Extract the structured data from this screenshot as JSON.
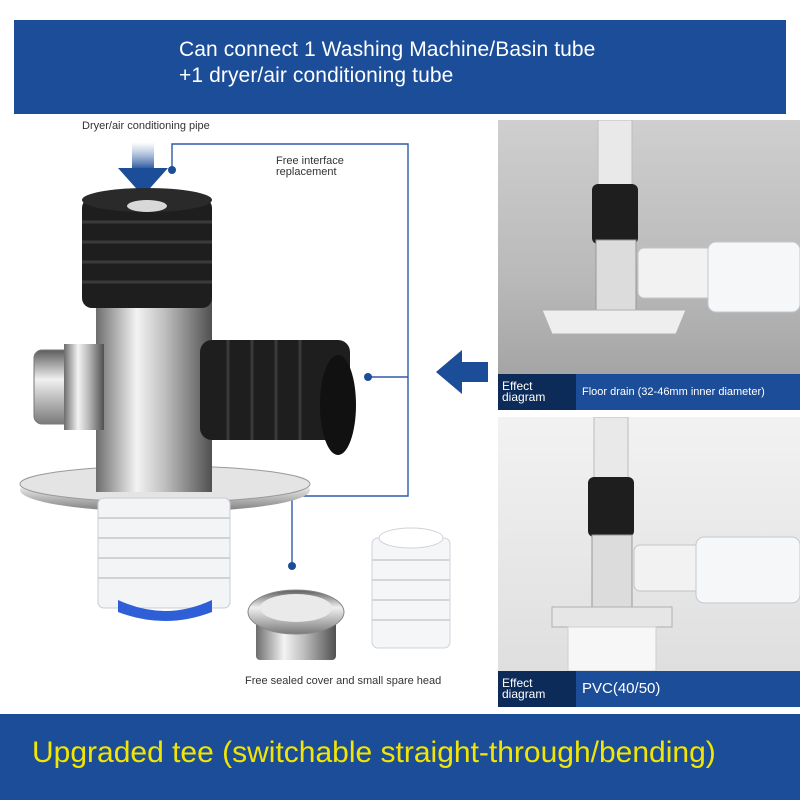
{
  "header": {
    "line1": "Can connect 1 Washing Machine/Basin tube",
    "line2": "+1 dryer/air conditioning tube"
  },
  "labels": {
    "dryer_pipe": "Dryer/air conditioning pipe",
    "free_interface": "Free interface replacement",
    "free_sealed": "Free sealed cover and small spare head"
  },
  "effects": [
    {
      "tag": "Effect diagram",
      "desc": "Floor drain (32-46mm inner diameter)"
    },
    {
      "tag": "Effect diagram",
      "desc": "PVC(40/50)"
    }
  ],
  "footer": {
    "caption": "Upgraded tee (switchable straight-through/bending)"
  },
  "colors": {
    "banner": "#1c4d98",
    "caption": "#f2e600",
    "accent_line": "#2d5aa8"
  },
  "icons": [
    "down-arrow-icon",
    "left-arrow-icon"
  ]
}
